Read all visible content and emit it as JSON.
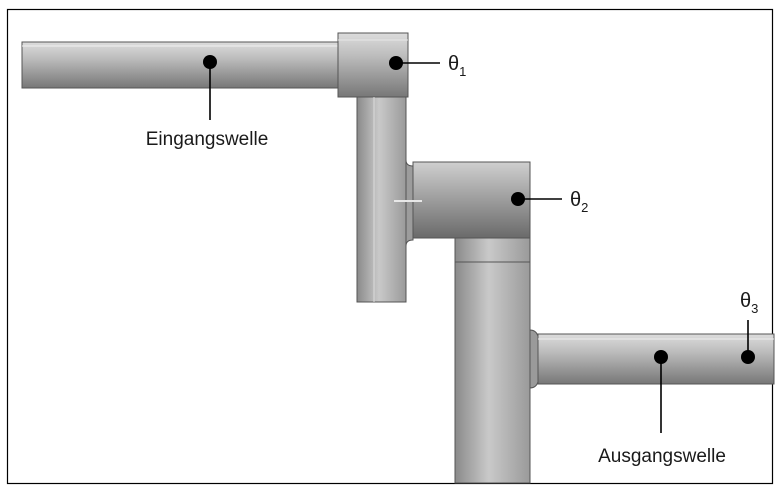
{
  "diagram": {
    "labels": {
      "input_shaft": "Eingangswelle",
      "output_shaft": "Ausgangswelle"
    },
    "angles": [
      {
        "symbol": "θ",
        "subscript": "1"
      },
      {
        "symbol": "θ",
        "subscript": "2"
      },
      {
        "symbol": "θ",
        "subscript": "3"
      }
    ],
    "colors": {
      "frame": "#000000",
      "shaft_dark": "#6f6f6f",
      "shaft_light": "#d9d9d9",
      "marker": "#000000"
    }
  }
}
